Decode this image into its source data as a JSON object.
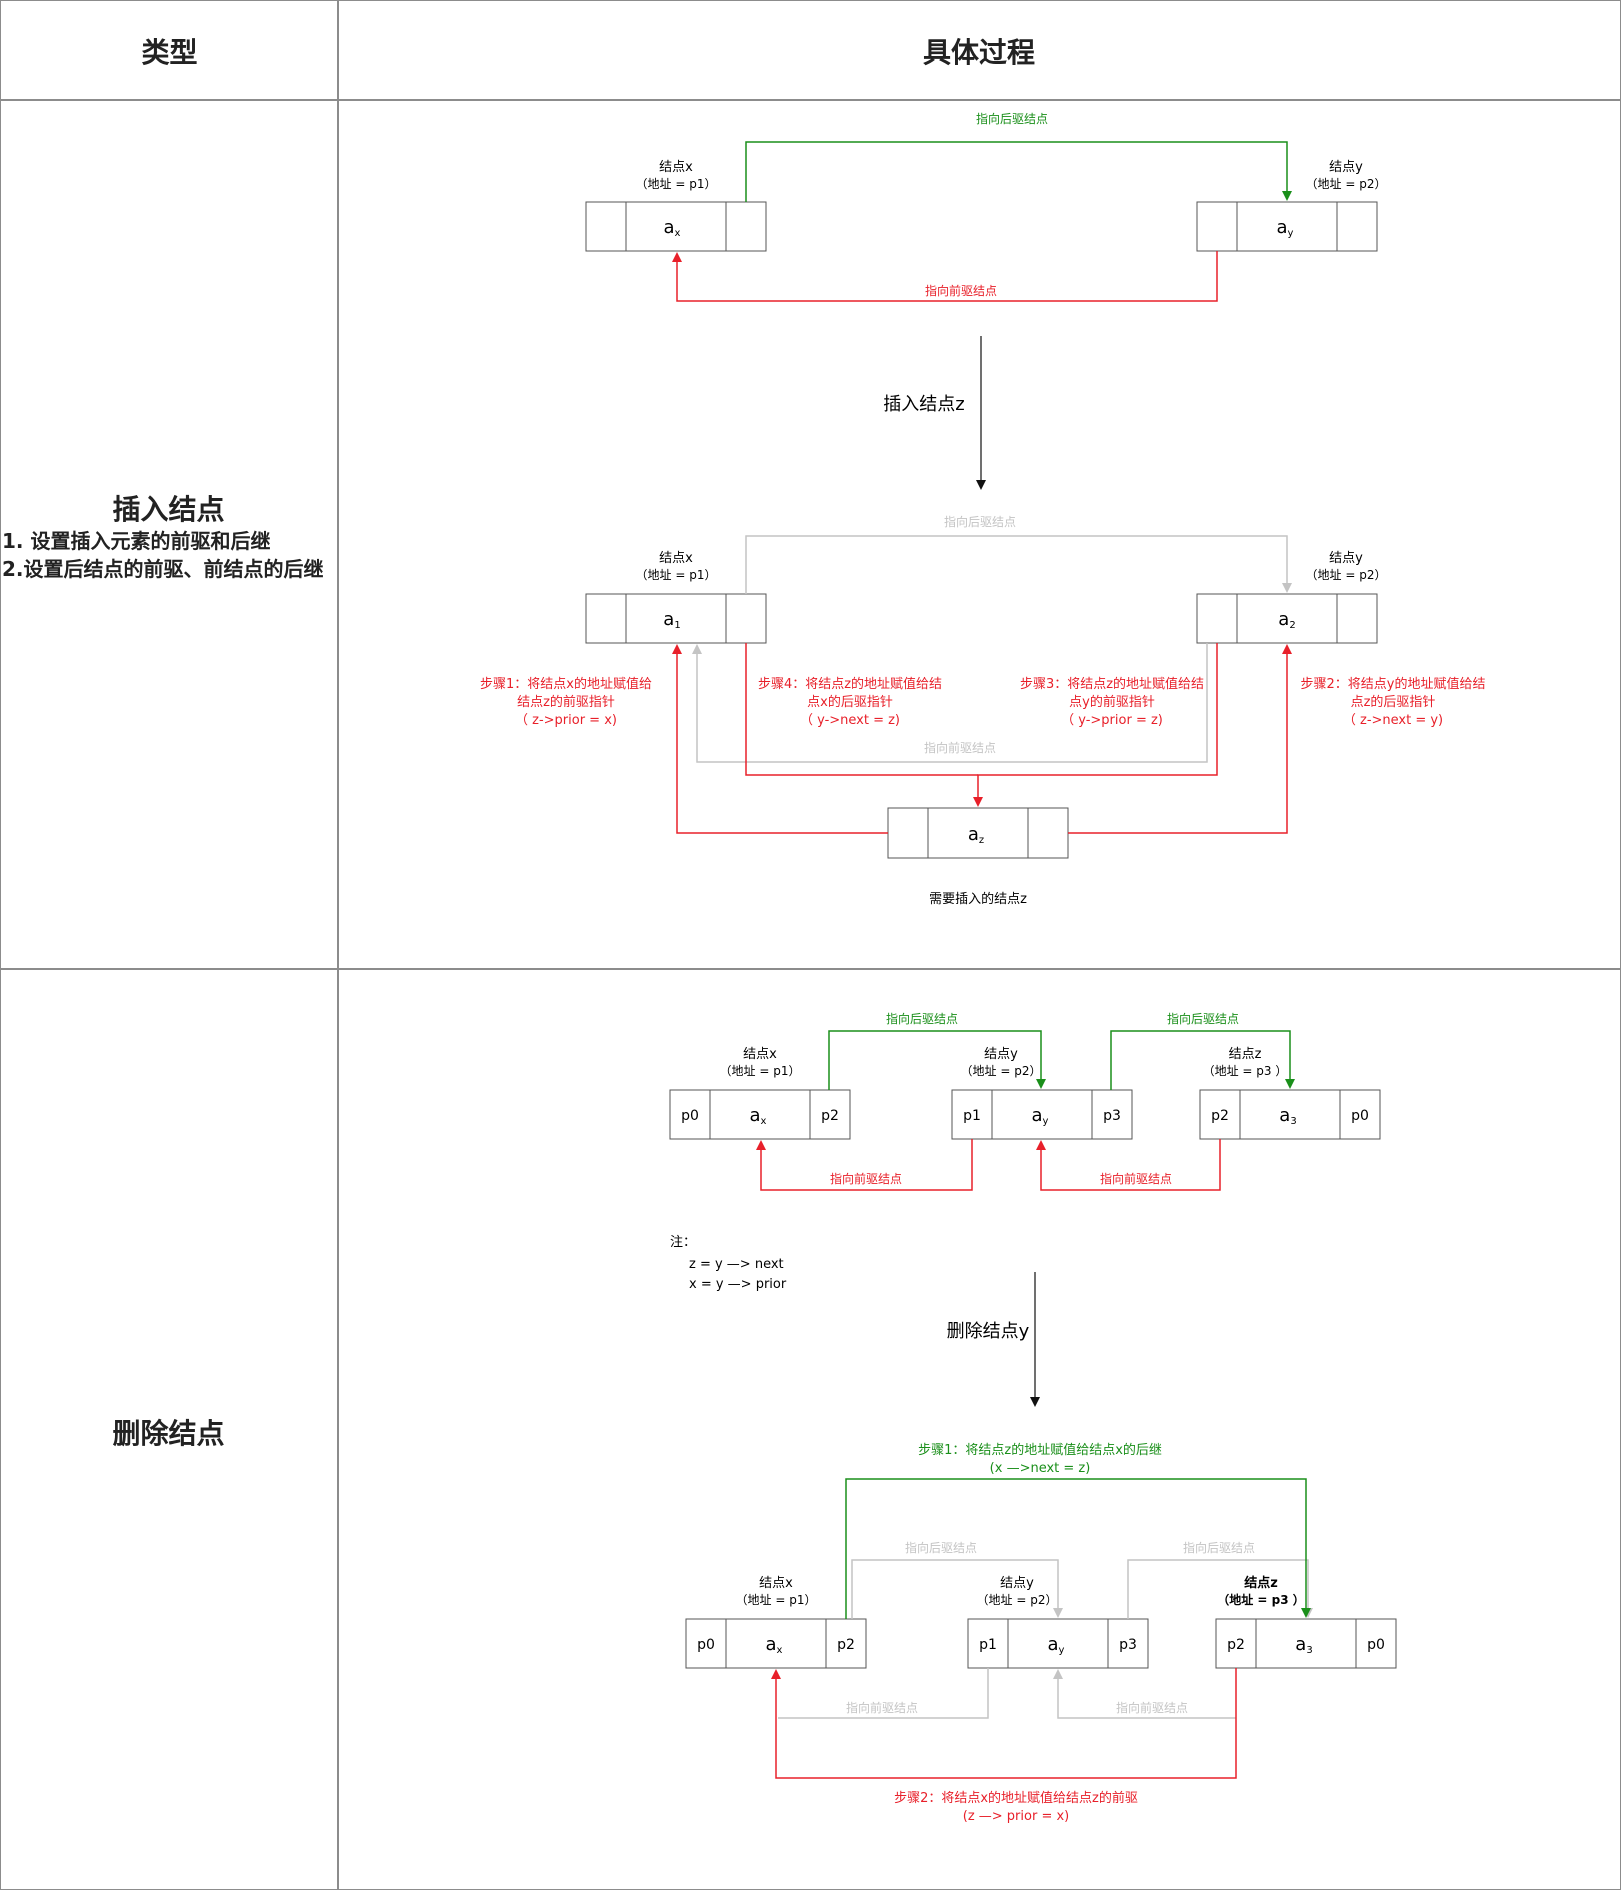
{
  "header": {
    "col1": "类型",
    "col2": "具体过程"
  },
  "insert": {
    "title": "插入结点",
    "line1": "1. 设置插入元素的前驱和后继",
    "line2": "2.设置后结点的前驱、前结点的后继",
    "before": {
      "node_x_name": "结点x",
      "node_x_addr": "（地址 = p1）",
      "node_x_val": "a",
      "node_x_sub": "x",
      "node_y_name": "结点y",
      "node_y_addr": "（地址 = p2）",
      "node_y_val": "a",
      "node_y_sub": "y",
      "next_label": "指向后驱结点",
      "prior_label": "指向前驱结点"
    },
    "arrow_label": "插入结点z",
    "after": {
      "node_x_name": "结点x",
      "node_x_addr": "（地址 = p1）",
      "node_x_val": "a",
      "node_x_sub": "1",
      "node_y_name": "结点y",
      "node_y_addr": "（地址 = p2）",
      "node_y_val": "a",
      "node_y_sub": "2",
      "node_z_val": "a",
      "node_z_sub": "z",
      "old_next_label": "指向后驱结点",
      "old_prior_label": "指向前驱结点",
      "step1": [
        "步骤1：将结点x的地址赋值给",
        "结点z的前驱指针",
        "（ z->prior = x)"
      ],
      "step2": [
        "步骤2：将结点y的地址赋值给结",
        "点z的后驱指针",
        "（ z->next = y)"
      ],
      "step3": [
        "步骤3：将结点z的地址赋值给结",
        "点y的前驱指针",
        "（ y->prior = z)"
      ],
      "step4": [
        "步骤4：将结点z的地址赋值给结",
        "点x的后驱指针",
        "（ y->next = z)"
      ],
      "z_caption": "需要插入的结点z"
    }
  },
  "delete": {
    "title": "删除结点",
    "before": {
      "node_x_name": "结点x",
      "node_x_addr": "（地址 = p1）",
      "node_y_name": "结点y",
      "node_y_addr": "（地址 = p2）",
      "node_z_name": "结点z",
      "node_z_addr": "（地址 = p3 ）",
      "x_cells": [
        "p0",
        "a",
        "p2"
      ],
      "x_sub": "x",
      "y_cells": [
        "p1",
        "a",
        "p3"
      ],
      "y_sub": "y",
      "z_cells": [
        "p2",
        "a",
        "p0"
      ],
      "z_sub": "3",
      "next_label_1": "指向后驱结点",
      "next_label_2": "指向后驱结点",
      "prior_label_1": "指向前驱结点",
      "prior_label_2": "指向前驱结点"
    },
    "note": [
      "注：",
      "z = y —> next",
      "x = y —> prior"
    ],
    "arrow_label": "删除结点y",
    "after": {
      "node_x_name": "结点x",
      "node_x_addr": "（地址 = p1）",
      "node_y_name": "结点y",
      "node_y_addr": "（地址 = p2）",
      "node_z_name": "结点z",
      "node_z_addr": "（地址 = p3 ）",
      "step1": [
        "步骤1：将结点z的地址赋值给结点x的后继",
        "(x —>next = z)"
      ],
      "step2": [
        "步骤2：将结点x的地址赋值给结点z的前驱",
        "(z —> prior = x)"
      ],
      "old_next_1": "指向后驱结点",
      "old_next_2": "指向后驱结点",
      "old_prior_1": "指向前驱结点",
      "old_prior_2": "指向前驱结点"
    }
  },
  "colors": {
    "green": "#1a8f1a",
    "red": "#e8202a",
    "gray": "#c4c4c4",
    "border": "#8c8c8c"
  }
}
